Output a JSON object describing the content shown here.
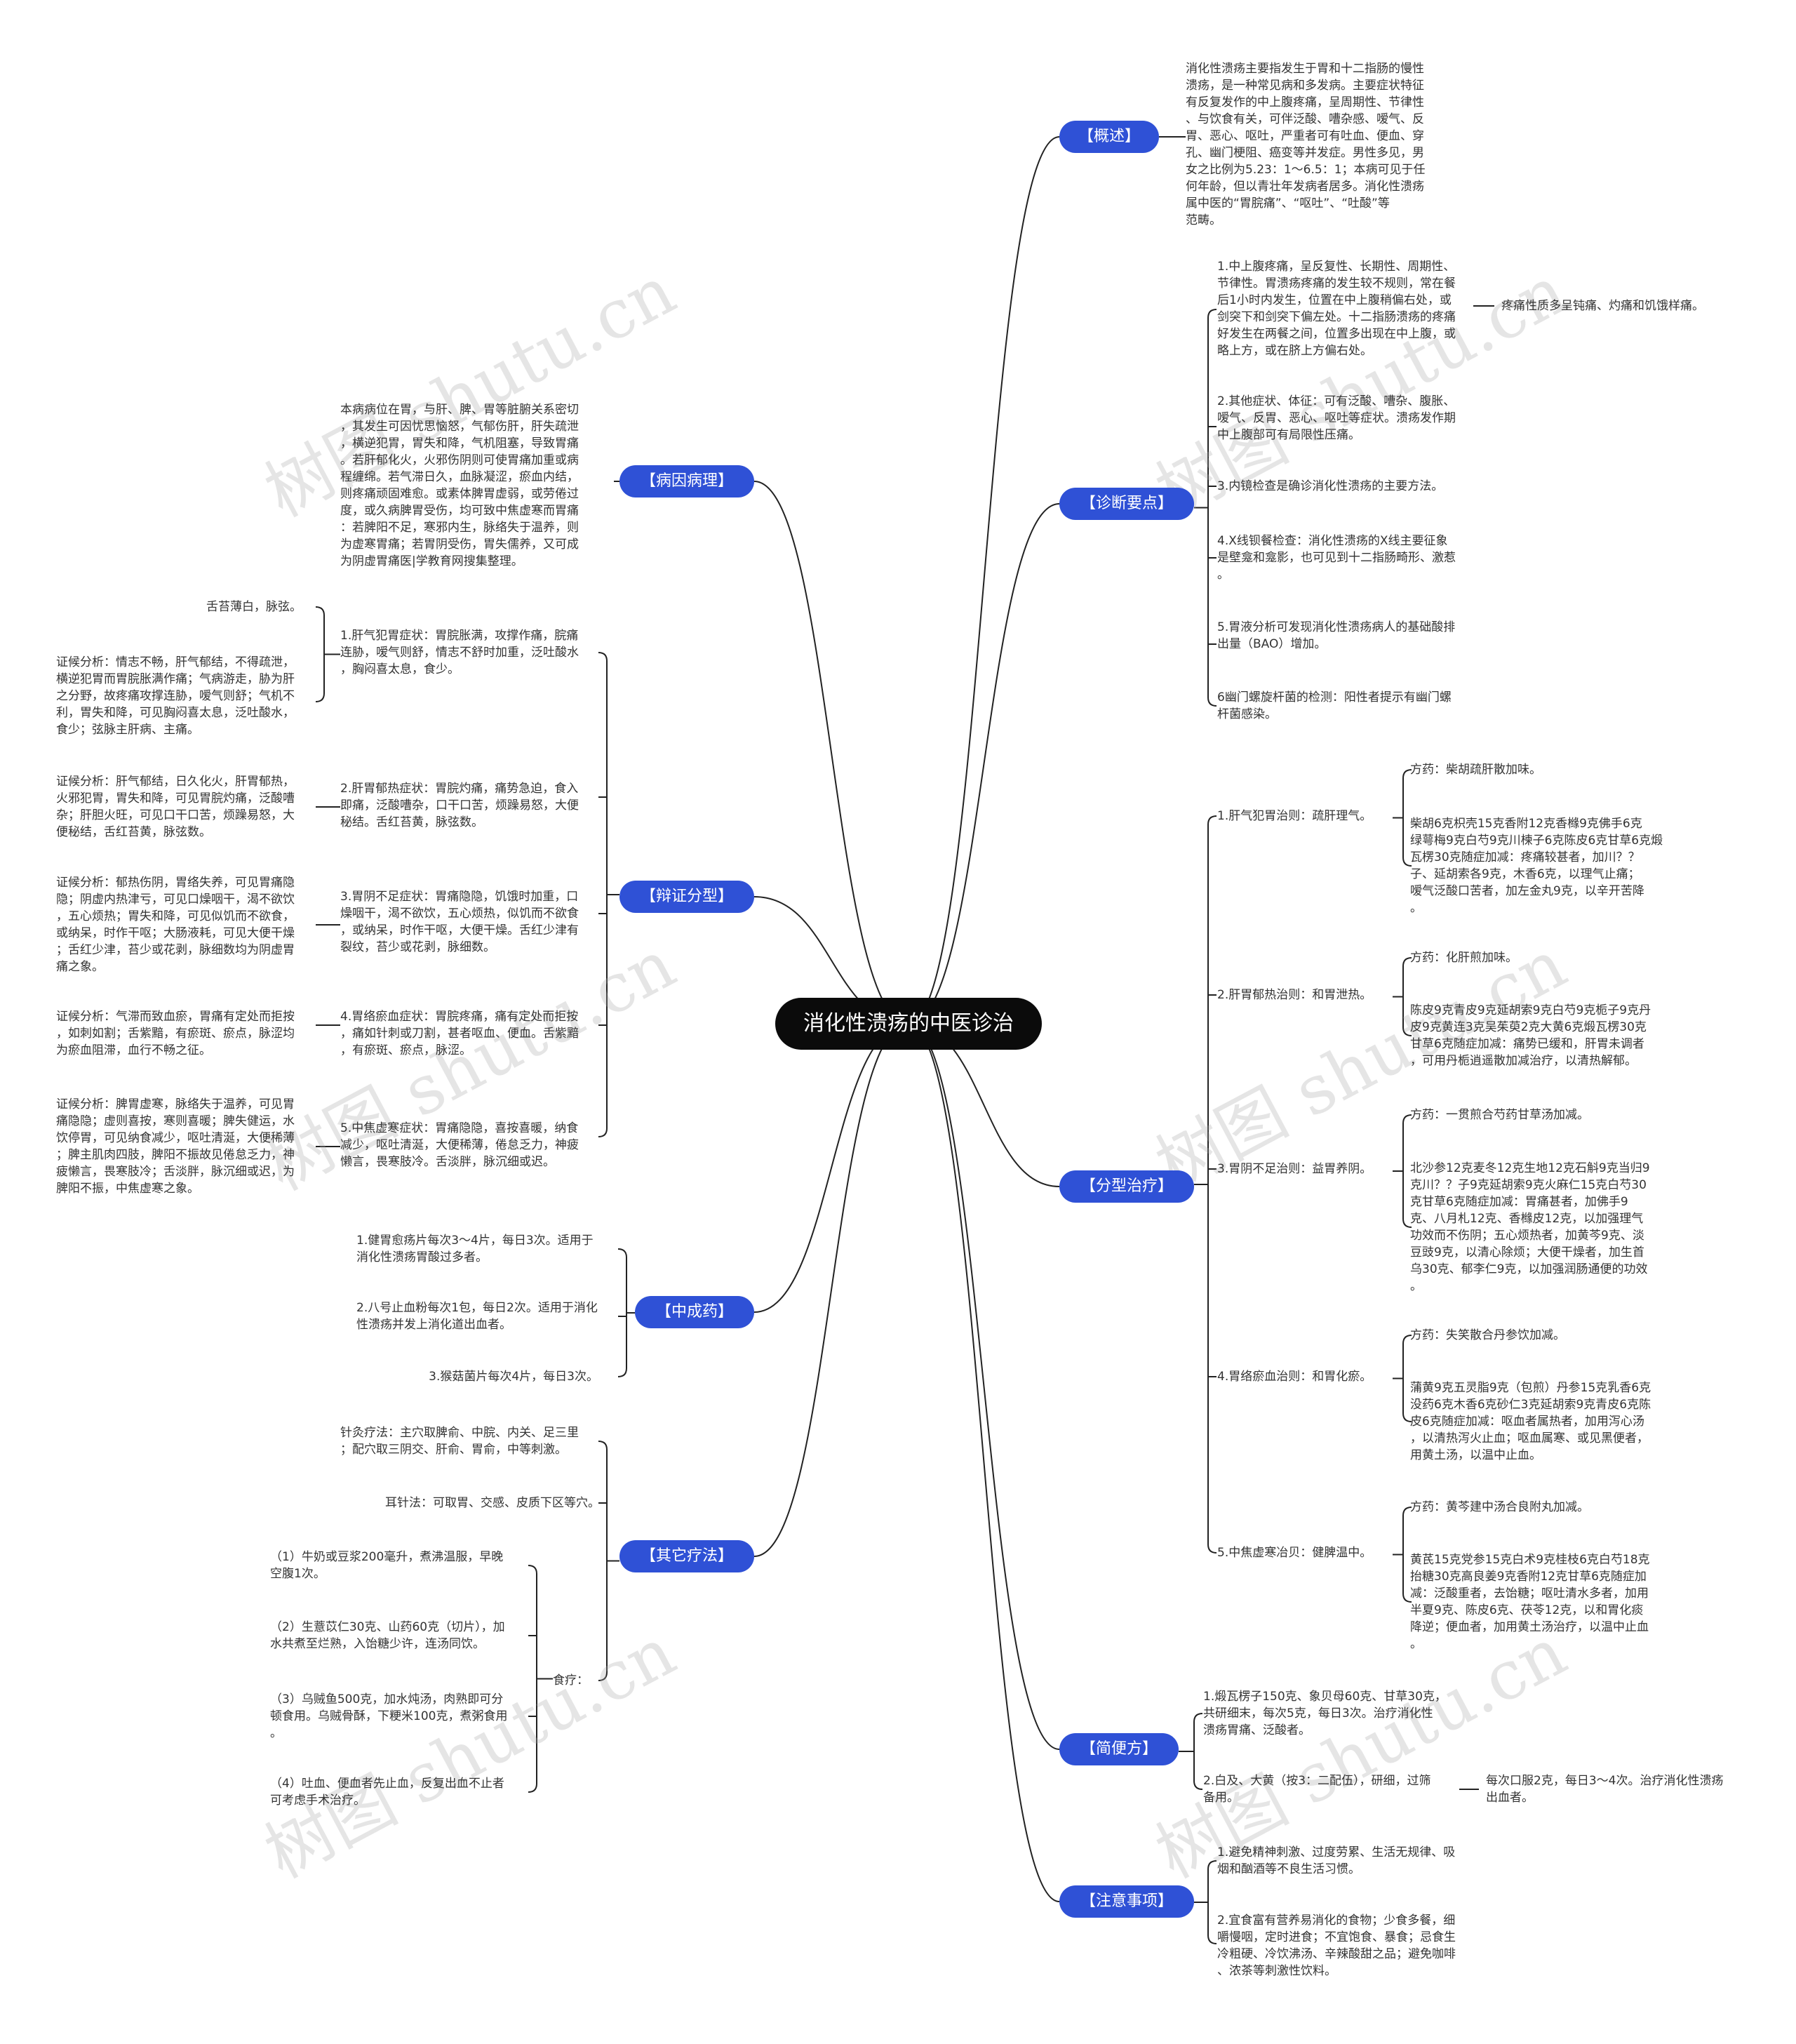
{
  "root": "消化性溃疡的中医诊治",
  "watermark": "树图 shutu.cn",
  "categories": {
    "gaishu": "【概述】",
    "zhenduan": "【诊断要点】",
    "fenxing": "【分型治疗】",
    "jianbian": "【简便方】",
    "zhuyi": "【注意事项】",
    "bingyin": "【病因病理】",
    "bianzheng": "【辩证分型】",
    "zhongcheng": "【中成药】",
    "qita": "【其它疗法】"
  },
  "gaishu": {
    "text": "消化性溃疡主要指发生于胃和十二指肠的慢性\n溃疡，是一种常见病和多发病。主要症状特征\n有反复发作的中上腹疼痛，呈周期性、节律性\n、与饮食有关，可伴泛酸、嘈杂感、嗳气、反\n胃、恶心、呕吐，严重者可有吐血、便血、穿\n孔、幽门梗阻、癌变等并发症。男性多见，男\n女之比例为5.23：1～6.5：1；本病可见于任\n何年龄，但以青壮年发病者居多。消化性溃疡\n属中医的“胃脘痛”、“呕吐”、“吐酸”等\n范畴。"
  },
  "zhenduan": {
    "items": [
      "1.中上腹疼痛，呈反复性、长期性、周期性、\n节律性。胃溃疡疼痛的发生较不规则，常在餐\n后1小时内发生，位置在中上腹稍偏右处，或\n剑突下和剑突下偏左处。十二指肠溃疡的疼痛\n好发生在两餐之间，位置多出现在中上腹，或\n略上方，或在脐上方偏右处。",
      "2.其他症状、体征：可有泛酸、嘈杂、腹胀、\n嗳气、反胃、恶心、呕吐等症状。溃疡发作期\n中上腹部可有局限性压痛。",
      "3.内镜检查是确诊消化性溃疡的主要方法。",
      "4.X线钡餐检查：消化性溃疡的X线主要征象\n是壁龛和龛影，也可见到十二指肠畸形、激惹\n。",
      "5.胃液分析可发现消化性溃疡病人的基础酸排\n出量（BAO）增加。",
      "6幽门螺旋杆菌的检测：阳性者提示有幽门螺\n杆菌感染。"
    ],
    "sub1": "疼痛性质多呈钝痛、灼痛和饥饿样痛。"
  },
  "fenxing": {
    "items": [
      {
        "title": "1.肝气犯胃治则：疏肝理气。",
        "fang": "方药：柴胡疏肝散加味。",
        "detail": "柴胡6克枳壳15克香附12克香橼9克佛手6克\n绿萼梅9克白芍9克川楝子6克陈皮6克甘草6克煅\n瓦楞30克随症加减：疼痛较甚者，加川？？\n子、延胡索各9克，木香6克，以理气止痛；\n嗳气泛酸口苦者，加左金丸9克，以辛开苦降\n。"
      },
      {
        "title": "2.肝胃郁热治则：和胃泄热。",
        "fang": "方药：化肝煎加味。",
        "detail": "陈皮9克青皮9克延胡索9克白芍9克栀子9克丹\n皮9克黄连3克吴茱萸2克大黄6克煅瓦楞30克\n甘草6克随症加减：痛势已缓和，肝胃未调者\n，可用丹栀逍遥散加减治疗，以清热解郁。"
      },
      {
        "title": "3.胃阴不足治则：益胃养阴。",
        "fang": "方药：一贯煎合芍药甘草汤加减。",
        "detail": "北沙参12克麦冬12克生地12克石斛9克当归9\n克川？？子9克延胡索9克火麻仁15克白芍30\n克甘草6克随症加减：胃痛甚者，加佛手9\n克、八月札12克、香橼皮12克，以加强理气\n功效而不伤阴；五心烦热者，加黄芩9克、淡\n豆豉9克，以清心除烦；大便干燥者，加生首\n乌30克、郁李仁9克，以加强润肠通便的功效\n。"
      },
      {
        "title": "4.胃络瘀血治则：和胃化瘀。",
        "fang": "方药：失笑散合丹参饮加减。",
        "detail": "蒲黄9克五灵脂9克（包煎）丹参15克乳香6克\n没药6克木香6克砂仁3克延胡索9克青皮6克陈\n皮6克随症加减：呕血者属热者，加用泻心汤\n，以清热泻火止血；呕血属寒、或见黑便者，\n用黄土汤，以温中止血。"
      },
      {
        "title": "5.中焦虚寒冶贝：健脾温中。",
        "fang": "方药：黄芩建中汤合良附丸加减。",
        "detail": "黄芪15克党参15克白术9克桂枝6克白芍18克\n抬糖30克高良姜9克香附12克甘草6克随症加\n减：泛酸重者，去饴糖；呕吐清水多者，加用\n半夏9克、陈皮6克、茯苓12克，以和胃化痰\n降逆；便血者，加用黄土汤治疗，以温中止血\n。"
      }
    ]
  },
  "jianbian": {
    "items": [
      "1.煅瓦楞子150克、象贝母60克、甘草30克，\n共研细末，每次5克，每日3次。治疗消化性\n溃疡胃痛、泛酸者。",
      "2.白及、大黄（按3：二配伍），研细，过筛\n备用。"
    ],
    "sub2": "每次口服2克，每日3～4次。治疗消化性溃疡\n出血者。"
  },
  "zhuyi": {
    "items": [
      "1.避免精神刺激、过度劳累、生活无规律、吸\n烟和酗酒等不良生活习惯。",
      "2.宜食富有营养易消化的食物；少食多餐，细\n嚼慢咽，定时进食；不宜饱食、暴食；忌食生\n冷粗硬、冷饮沸汤、辛辣酸甜之品；避免咖啡\n、浓茶等刺激性饮料。"
    ]
  },
  "bingyin": {
    "text": "本病病位在胃，与肝、脾、胃等脏腑关系密切\n，其发生可因忧思恼怒，气郁伤肝，肝失疏泄\n，横逆犯胃，胃失和降，气机阻塞，导致胃痛\n。若肝郁化火，火邪伤阴则可使胃痛加重或病\n程缠绵。若气滞日久，血脉凝涩，瘀血内结，\n则疼痛顽固难愈。或素体脾胃虚弱，或劳倦过\n度，或久病脾胃受伤，均可致中焦虚寒而胃痛\n：若脾阳不足，寒邪内生，脉络失于温养，则\n为虚寒胃痛；若胃阴受伤，胃失儒养，又可成\n为阴虚胃痛医|学教育网搜集整理。"
  },
  "bianzheng": {
    "items": [
      {
        "main": "1.肝气犯胃症状：胃脘胀满，攻撑作痛，脘痛\n连胁，嗳气则舒，情志不舒时加重，泛吐酸水\n，胸闷喜太息，食少。",
        "subs": [
          "舌苔薄白，脉弦。",
          "证候分析：情志不畅，肝气郁结，不得疏泄，\n横逆犯胃而胃脘胀满作痛；气病游走，胁为肝\n之分野，故疼痛攻撑连胁，嗳气则舒；气机不\n利，胃失和降，可见胸闷喜太息，泛吐酸水，\n食少；弦脉主肝病、主痛。"
        ]
      },
      {
        "main": "2.肝胃郁热症状：胃脘灼痛，痛势急迫，食入\n即痛，泛酸嘈杂，口干口苦，烦躁易怒，大便\n秘结。舌红苔黄，脉弦数。",
        "subs": [
          "证候分析：肝气郁结，日久化火，肝胃郁热，\n火邪犯胃，胃失和降，可见胃脘灼痛，泛酸嘈\n杂；肝胆火旺，可见口干口苦，烦躁易怒，大\n便秘结，舌红苔黄，脉弦数。"
        ]
      },
      {
        "main": "3.胃阴不足症状：胃痛隐隐，饥饿时加重，口\n燥咽干，渴不欲饮，五心烦热，似饥而不欲食\n，或纳呆，时作干呕，大便干燥。舌红少津有\n裂纹，苔少或花剥，脉细数。",
        "subs": [
          "证候分析：郁热伤阴，胃络失养，可见胃痛隐\n隐；阴虚内热津亏，可见口燥咽干，渴不欲饮\n，五心烦热；胃失和降，可见似饥而不欲食，\n或纳呆，时作干呕；大肠液耗，可见大便干燥\n；舌红少津，苔少或花剥，脉细数均为阴虚胃\n痛之象。"
        ]
      },
      {
        "main": "4.胃络瘀血症状：胃脘疼痛，痛有定处而拒按\n，痛如针刺或刀割，甚者呕血、便血。舌紫黯\n，有瘀斑、瘀点，脉涩。",
        "subs": [
          "证候分析：气滞而致血瘀，胃痛有定处而拒按\n，如刺如割；舌紫黯，有瘀斑、瘀点，脉涩均\n为瘀血阻滞，血行不畅之征。"
        ]
      },
      {
        "main": "5.中焦虚寒症状：胃痛隐隐，喜按喜暖，纳食\n减少，呕吐清涎，大便稀薄，倦怠乏力，神疲\n懒言，畏寒肢冷。舌淡胖，脉沉细或迟。",
        "subs": [
          "证候分析：脾胃虚寒，脉络失于温养，可见胃\n痛隐隐；虚则喜按，寒则喜暖；脾失健运，水\n饮停胃，可见纳食减少，呕吐清涎，大便稀薄\n；脾主肌肉四肢，脾阳不振故见倦怠乏力，神\n疲懒言，畏寒肢冷；舌淡胖，脉沉细或迟，为\n脾阳不振，中焦虚寒之象。"
        ]
      }
    ]
  },
  "zhongcheng": {
    "items": [
      "1.健胃愈疡片每次3～4片，每日3次。适用于\n消化性溃疡胃酸过多者。",
      "2.八号止血粉每次1包，每日2次。适用于消化\n性溃疡并发上消化道出血者。",
      "3.猴菇菌片每次4片，每日3次。"
    ]
  },
  "qita": {
    "zhenjiu": "针灸疗法：主穴取脾俞、中脘、内关、足三里\n；配穴取三阴交、肝俞、胃俞，中等刺激。",
    "erzhen": "耳针法：可取胃、交感、皮质下区等穴。",
    "shiliao": "食疗：",
    "shiliao_items": [
      "（1）牛奶或豆浆200毫升，煮沸温服，早晚\n空腹1次。",
      "（2）生薏苡仁30克、山药60克（切片），加\n水共煮至烂熟，入饴糖少许，连汤同饮。",
      "（3）乌贼鱼500克，加水炖汤，肉熟即可分\n顿食用。乌贼骨酥，下粳米100克，煮粥食用\n。",
      "（4）吐血、便血者先止血，反复出血不止者\n可考虑手术治疗。"
    ]
  },
  "colors": {
    "accent": "#2f51d6",
    "root": "#0b0b0b",
    "line": "#222222"
  }
}
